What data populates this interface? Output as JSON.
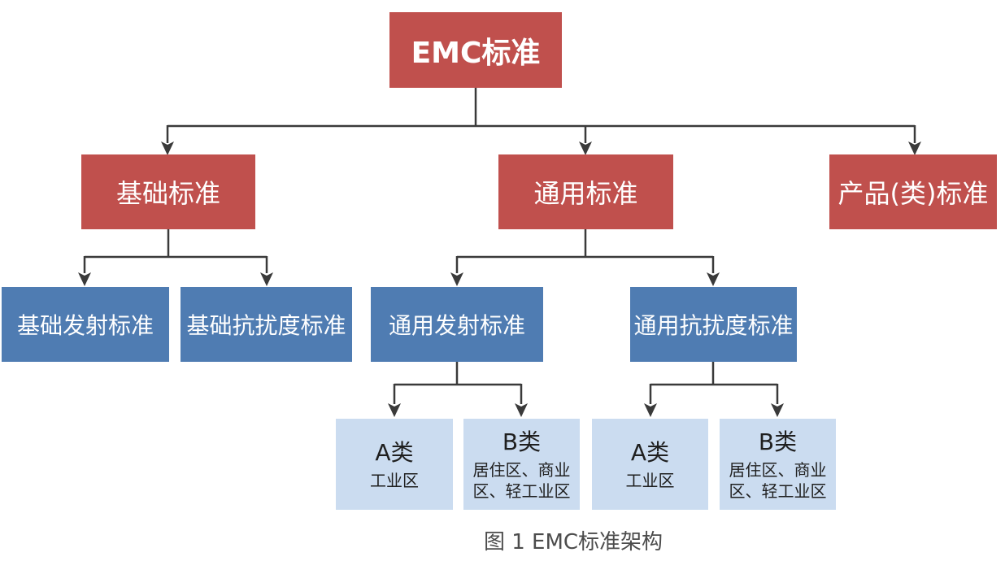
{
  "diagram": {
    "caption": "图 1  EMC标准架构",
    "colors": {
      "red_node_fill": "#c0504d",
      "blue_node_fill": "#4f7cb2",
      "light_node_fill": "#cbdcf0",
      "node_text_light": "#ffffff",
      "node_text_dark": "#1f1f1f",
      "connector": "#3a3a3a",
      "caption_text": "#4c4c4c",
      "background": "#ffffff"
    },
    "root": {
      "label": "EMC标准"
    },
    "level2": [
      {
        "label": "基础标准"
      },
      {
        "label": "通用标准"
      },
      {
        "label": "产品(类)标准"
      }
    ],
    "level3": [
      {
        "label": "基础发射标准"
      },
      {
        "label": "基础抗扰度标准"
      },
      {
        "label": "通用发射标准"
      },
      {
        "label": "通用抗扰度标准"
      }
    ],
    "level4": [
      {
        "title": "A类",
        "subtitle": "工业区"
      },
      {
        "title": "B类",
        "subtitle": "居住区、商业区、轻工业区"
      },
      {
        "title": "A类",
        "subtitle": "工业区"
      },
      {
        "title": "B类",
        "subtitle": "居住区、商业区、轻工业区"
      }
    ]
  }
}
